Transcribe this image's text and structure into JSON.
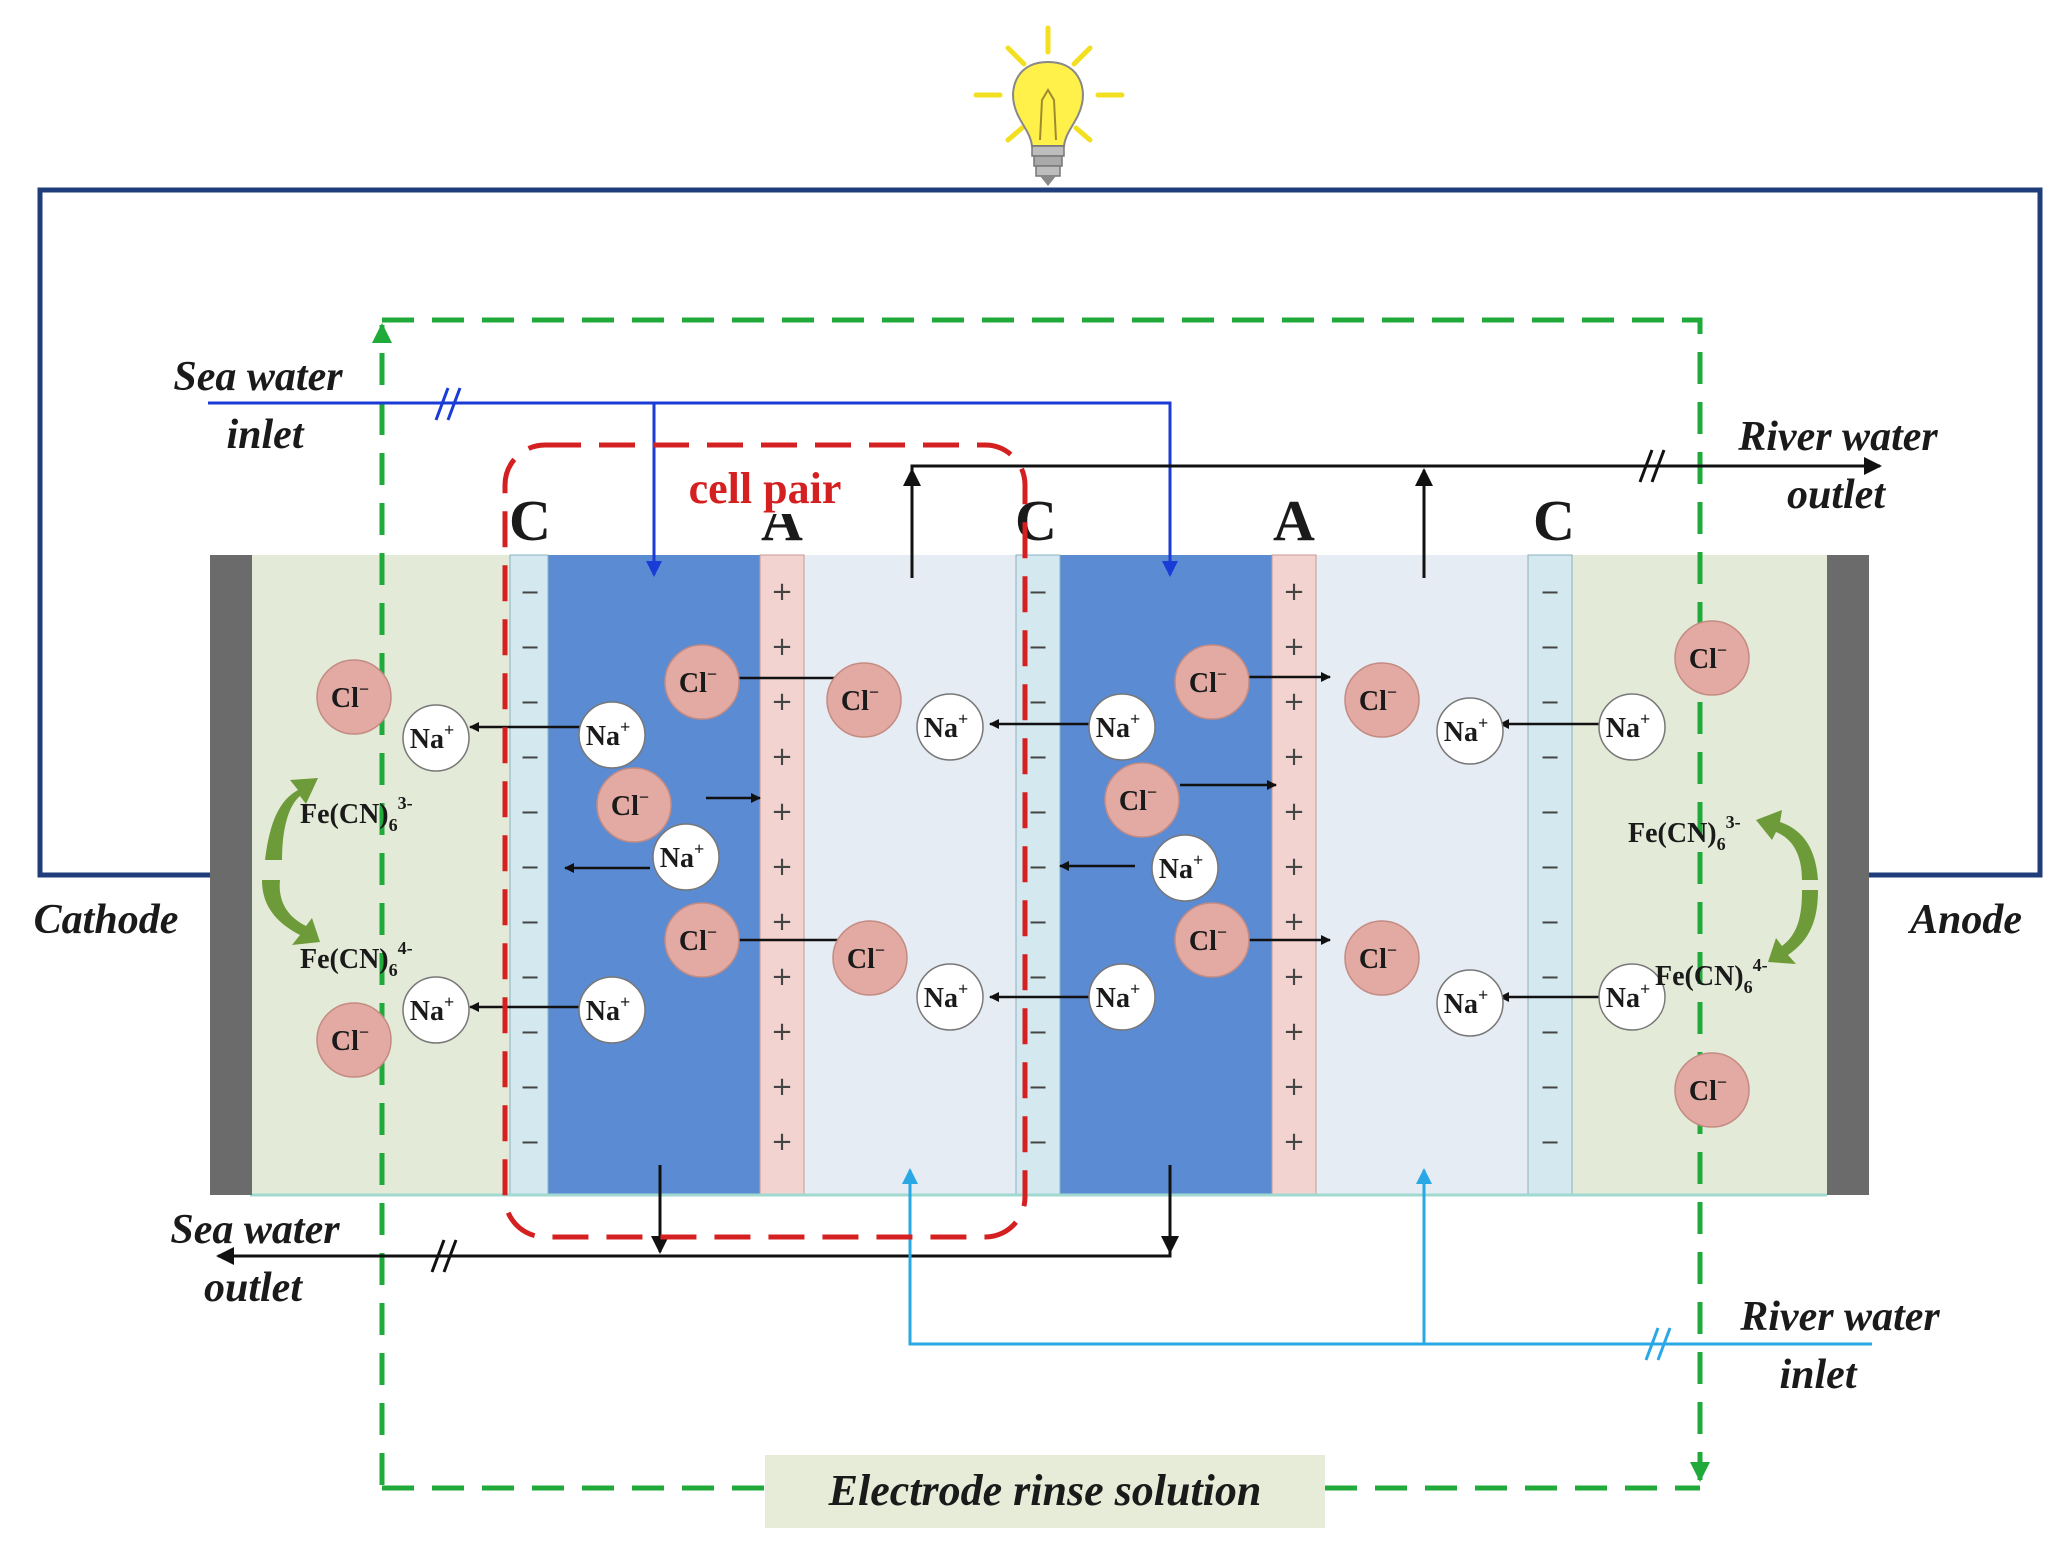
{
  "labels": {
    "sea_water_inlet": [
      "Sea water",
      "inlet"
    ],
    "sea_water_outlet": [
      "Sea water",
      "outlet"
    ],
    "river_water_outlet": [
      "River water",
      "outlet"
    ],
    "river_water_inlet": [
      "River water",
      "inlet"
    ],
    "cathode": "Cathode",
    "anode": "Anode",
    "cell_pair": "cell pair",
    "electrode_rinse": "Electrode rinse solution"
  },
  "membranes": [
    "C",
    "A",
    "C",
    "A",
    "C"
  ],
  "ions": {
    "chloride": "Cl",
    "sodium": "Na",
    "ferricyanide": "Fe(CN)",
    "ferricyanide_sub": "6",
    "ferricyanide_sup": "3-",
    "ferrocyanide_sup": "4-"
  },
  "colors": {
    "circuit": "#1f3d7a",
    "sea_water_compartment": "#5b8bd3",
    "river_water_compartment": "#e6ecf4",
    "electrode_compartment": "#e4ead8",
    "cation_membrane": "#d4e8f0",
    "anion_membrane": "#f2d3cf",
    "electrode": "#6b6b6b",
    "chloride_ion": "#e2aaa2",
    "sodium_ion": "#ffffff",
    "rinse_loop": "#1faa3a",
    "cell_pair_outline": "#d42020",
    "sea_water_line": "#1b3bd6",
    "river_inlet_line": "#2aa8e6",
    "outlet_line": "#111111",
    "redox_arrow": "#6d9b3a",
    "bulb": "#fff04a"
  }
}
